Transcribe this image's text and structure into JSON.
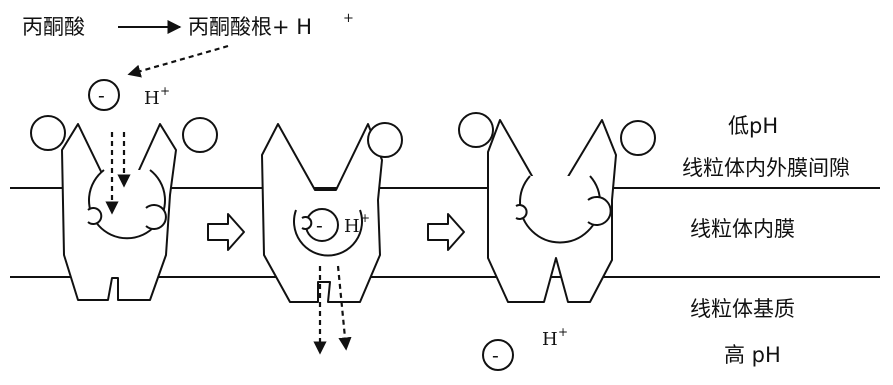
{
  "reaction": {
    "reactant": "丙酮酸",
    "products": "丙酮酸根+ H",
    "superscript": "+"
  },
  "ions": {
    "proton": "H",
    "proton_sup": "+",
    "anion": "-"
  },
  "labels": {
    "low_ph": "低pH",
    "intermembrane_space": "线粒体内外膜间隙",
    "inner_membrane": "线粒体内膜",
    "matrix": "线粒体基质",
    "high_ph": "高 pH"
  }
}
